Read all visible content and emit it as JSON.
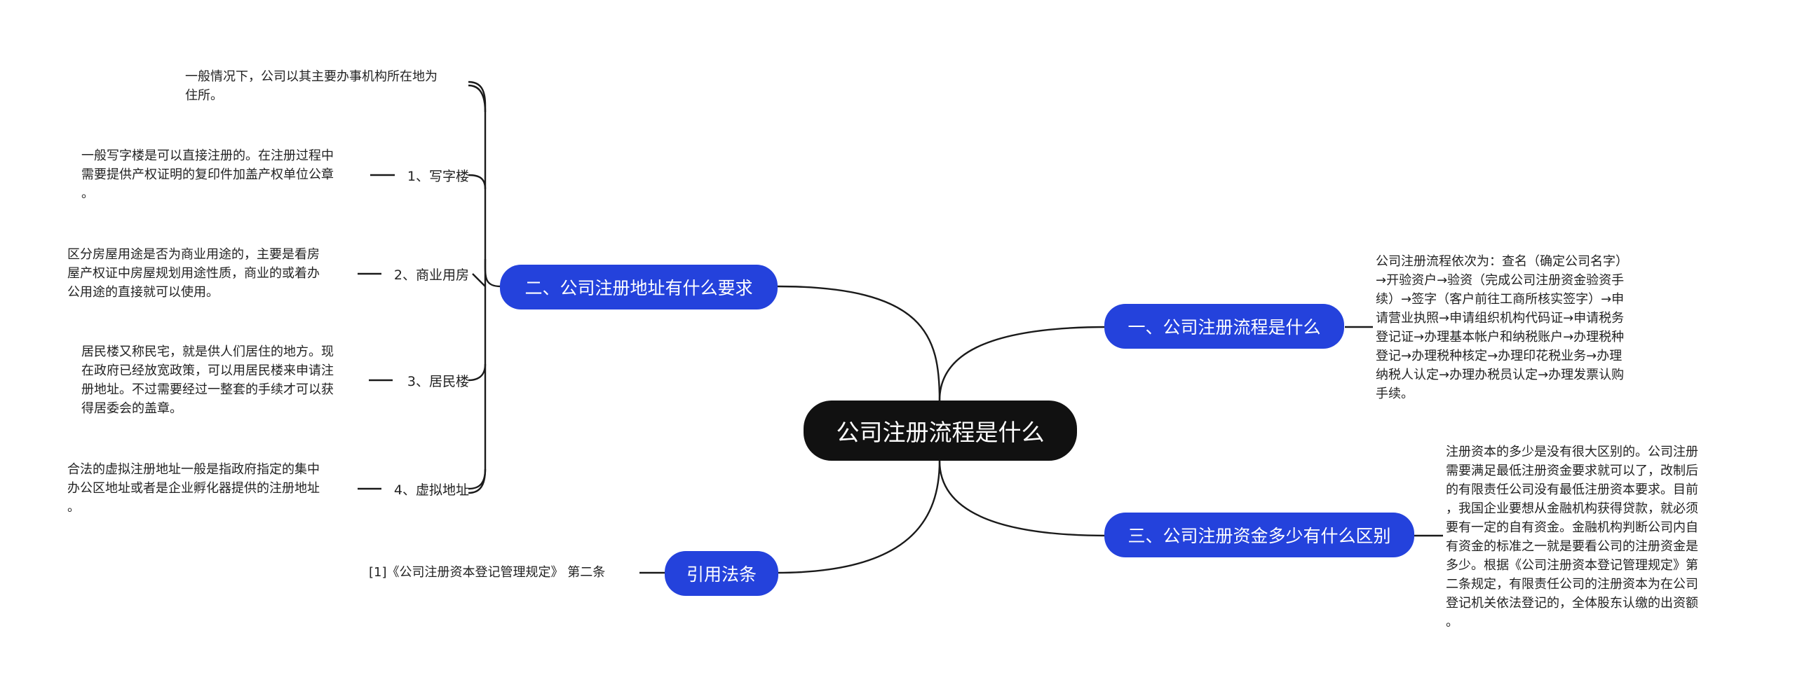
{
  "root": {
    "label": "公司注册流程是什么"
  },
  "branches": [
    {
      "label": "一、公司注册流程是什么"
    },
    {
      "label": "二、公司注册地址有什么要求"
    },
    {
      "label": "三、公司注册资金多少有什么区别"
    },
    {
      "label": "引用法条"
    }
  ],
  "sub_topics": [
    {
      "label": "1、写字楼"
    },
    {
      "label": "2、商业用房"
    },
    {
      "label": "3、居民楼"
    },
    {
      "label": "4、虚拟地址"
    }
  ],
  "notes": {
    "process": "公司注册流程依次为：查名（确定公司名字）\n→开验资户→验资（完成公司注册资金验资手\n续）→签字（客户前往工商所核实签字）→申\n请营业执照→申请组织机构代码证→申请税务\n登记证→办理基本帐户和纳税账户→办理税种\n登记→办理税种核定→办理印花税业务→办理\n纳税人认定→办理办税员认定→办理发票认购\n手续。",
    "capital": "注册资本的多少是没有很大区别的。公司注册\n需要满足最低注册资金要求就可以了，改制后\n的有限责任公司没有最低注册资本要求。目前\n，我国企业要想从金融机构获得贷款，就必须\n要有一定的自有资金。金融机构判断公司内自\n有资金的标准之一就是要看公司的注册资金是\n多少。根据《公司注册资本登记管理规定》第\n二条规定，有限责任公司的注册资本为在公司\n登记机关依法登记的，全体股东认缴的出资额\n。",
    "address_general": "一般情况下，公司以其主要办事机构所在地为\n住所。",
    "office": "一般写字楼是可以直接注册的。在注册过程中\n需要提供产权证明的复印件加盖产权单位公章\n。",
    "commercial": "区分房屋用途是否为商业用途的，主要是看房\n屋产权证中房屋规划用途性质，商业的或着办\n公用途的直接就可以使用。",
    "residential": "居民楼又称民宅，就是供人们居住的地方。现\n在政府已经放宽政策，可以用居民楼来申请注\n册地址。不过需要经过一整套的手续才可以获\n得居委会的盖章。",
    "virtual": "合法的虚拟注册地址一般是指政府指定的集中\n办公区地址或者是企业孵化器提供的注册地址\n。",
    "citation": "[1]《公司注册资本登记管理规定》 第二条"
  },
  "colors": {
    "root_bg": "#111111",
    "branch_bg": "#2442dc",
    "line": "#1a1a1a"
  }
}
